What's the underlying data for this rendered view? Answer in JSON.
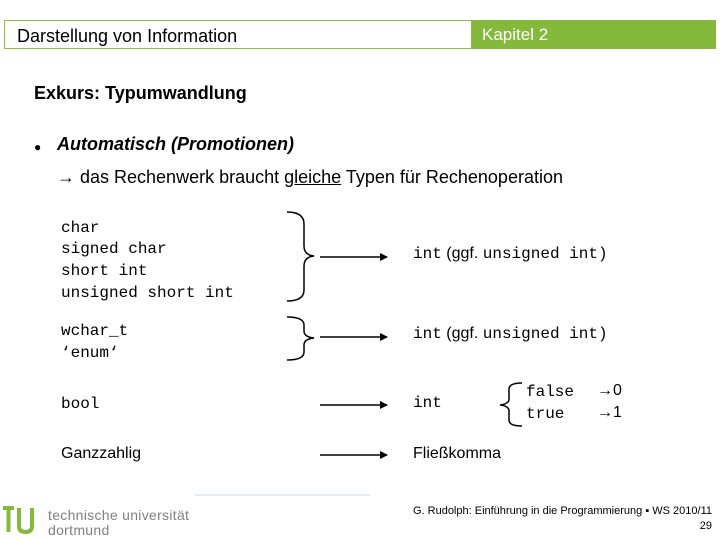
{
  "header": {
    "title": "Darstellung von Information",
    "chapter": "Kapitel 2"
  },
  "section_title": "Exkurs: Typumwandlung",
  "bullet": {
    "text": "Automatisch (Promotionen)"
  },
  "arrow_line": {
    "arrow": "→",
    "pre": " das Rechenwerk braucht ",
    "underlined": "gleiche",
    "post": " Typen für Rechenoperation"
  },
  "rows": {
    "row1": {
      "sources": [
        "char",
        "signed char",
        "short int",
        "unsigned short int"
      ],
      "target_type": "int",
      "target_note": "(ggf.",
      "target_alt": "unsigned int)"
    },
    "row2": {
      "sources": [
        "wchar_t",
        "‘enum‘"
      ],
      "target_type": "int",
      "target_note": "(ggf.",
      "target_alt": "unsigned int)"
    },
    "row3": {
      "source": "bool",
      "target": "int",
      "mappings": [
        {
          "from": "false",
          "arrow": "→",
          "to": "0"
        },
        {
          "from": "true",
          "arrow": "→",
          "to": "1"
        }
      ]
    },
    "row4": {
      "source": "Ganzzahlig",
      "target": "Fließkomma"
    }
  },
  "footer": {
    "citation": "G. Rudolph: Einführung in die Programmierung ▪ WS 2010/11",
    "page_number": "29"
  },
  "logo": {
    "line1": "technische universität",
    "line2": "dortmund"
  },
  "colors": {
    "accent": "#84b93c",
    "logo_gray": "#808080"
  }
}
